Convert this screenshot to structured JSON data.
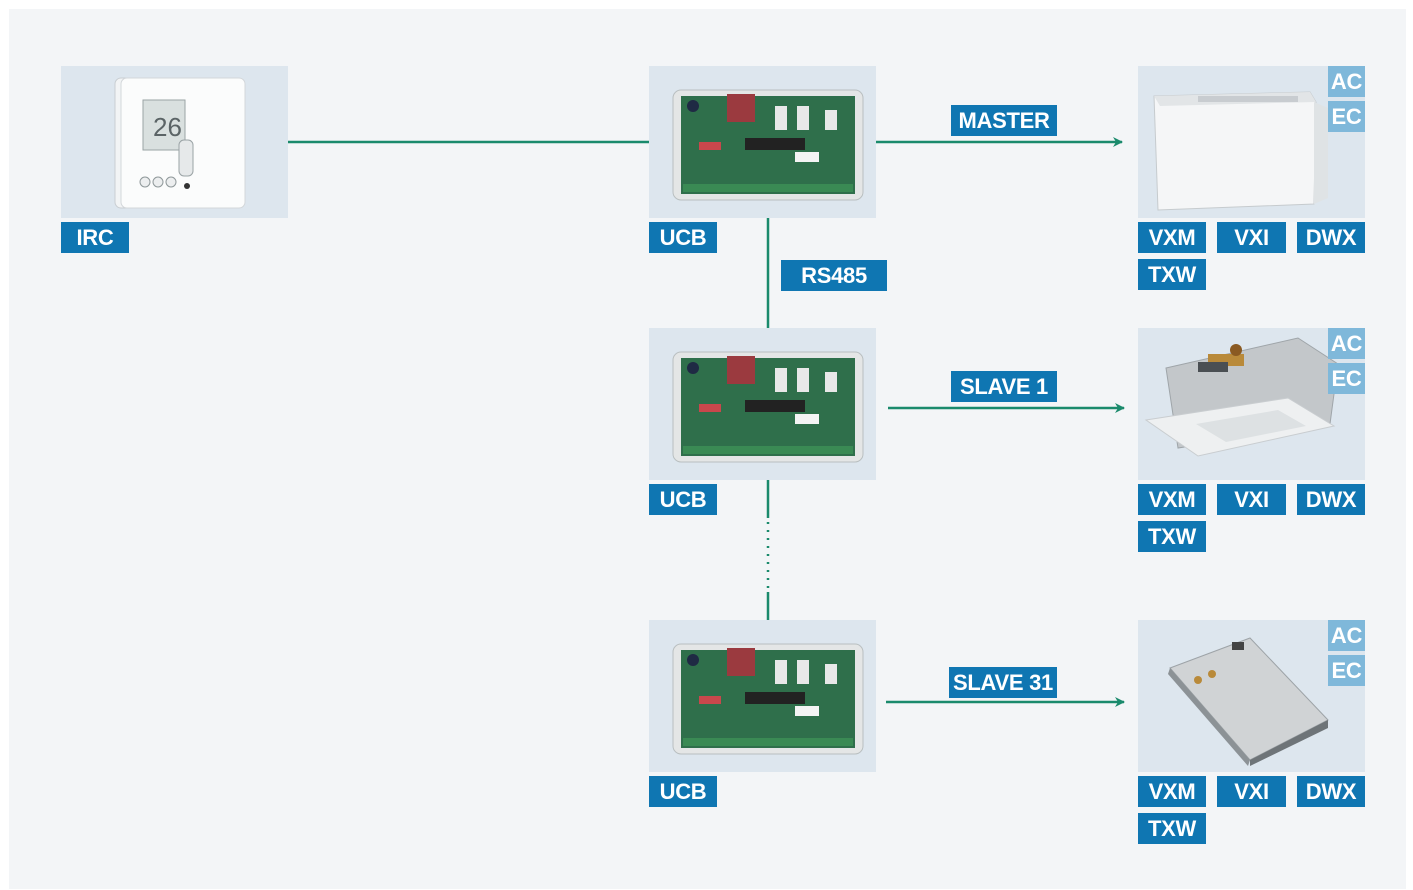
{
  "colors": {
    "background": "#f3f5f7",
    "tile": "#dde6ee",
    "label_blue": "#0f76b2",
    "label_light": "#7fb8da",
    "line_green": "#1a8a6c"
  },
  "controller": {
    "label": "IRC"
  },
  "boards": [
    {
      "label": "UCB"
    },
    {
      "label": "UCB"
    },
    {
      "label": "UCB"
    }
  ],
  "bus": {
    "label": "RS485"
  },
  "links": [
    {
      "label": "MASTER"
    },
    {
      "label": "SLAVE 1"
    },
    {
      "label": "SLAVE 31"
    }
  ],
  "units": [
    {
      "power": [
        "AC",
        "EC"
      ],
      "models": [
        "VXM",
        "VXI",
        "DWX",
        "TXW"
      ]
    },
    {
      "power": [
        "AC",
        "EC"
      ],
      "models": [
        "VXM",
        "VXI",
        "DWX",
        "TXW"
      ]
    },
    {
      "power": [
        "AC",
        "EC"
      ],
      "models": [
        "VXM",
        "VXI",
        "DWX",
        "TXW"
      ]
    }
  ],
  "icons": {
    "controller": "thermostat-icon",
    "board": "circuit-board-icon",
    "unit1": "floor-fan-coil-icon",
    "unit2": "cassette-unit-icon",
    "unit3": "ducted-unit-icon"
  }
}
